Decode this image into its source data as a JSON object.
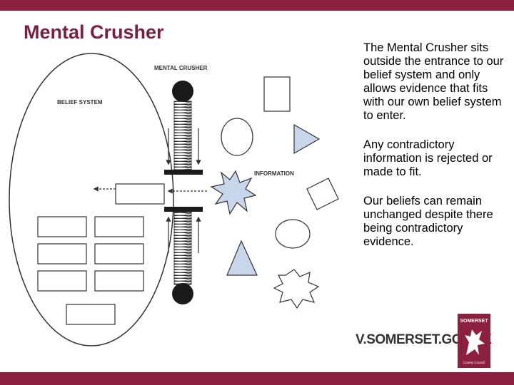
{
  "slide": {
    "title": "Mental Crusher",
    "paragraphs": [
      "The Mental Crusher sits outside the entrance to our belief system and only allows evidence that fits with our own belief system to enter.",
      "Any contradictory information is rejected or made to fit.",
      "Our beliefs can remain unchanged despite there being contradictory evidence."
    ],
    "footer_url": "V.SOMERSET.GOV.UK"
  },
  "diagram": {
    "label_crusher": "MENTAL CRUSHER",
    "label_belief": "BELIEF SYSTEM",
    "label_information": "INFORMATION"
  },
  "logo": {
    "name": "SOMERSET",
    "subtext": "County Council"
  },
  "colors": {
    "brand": "#8c2040",
    "title": "#7b1f3e",
    "shape_fill": "#c8d6ec"
  }
}
